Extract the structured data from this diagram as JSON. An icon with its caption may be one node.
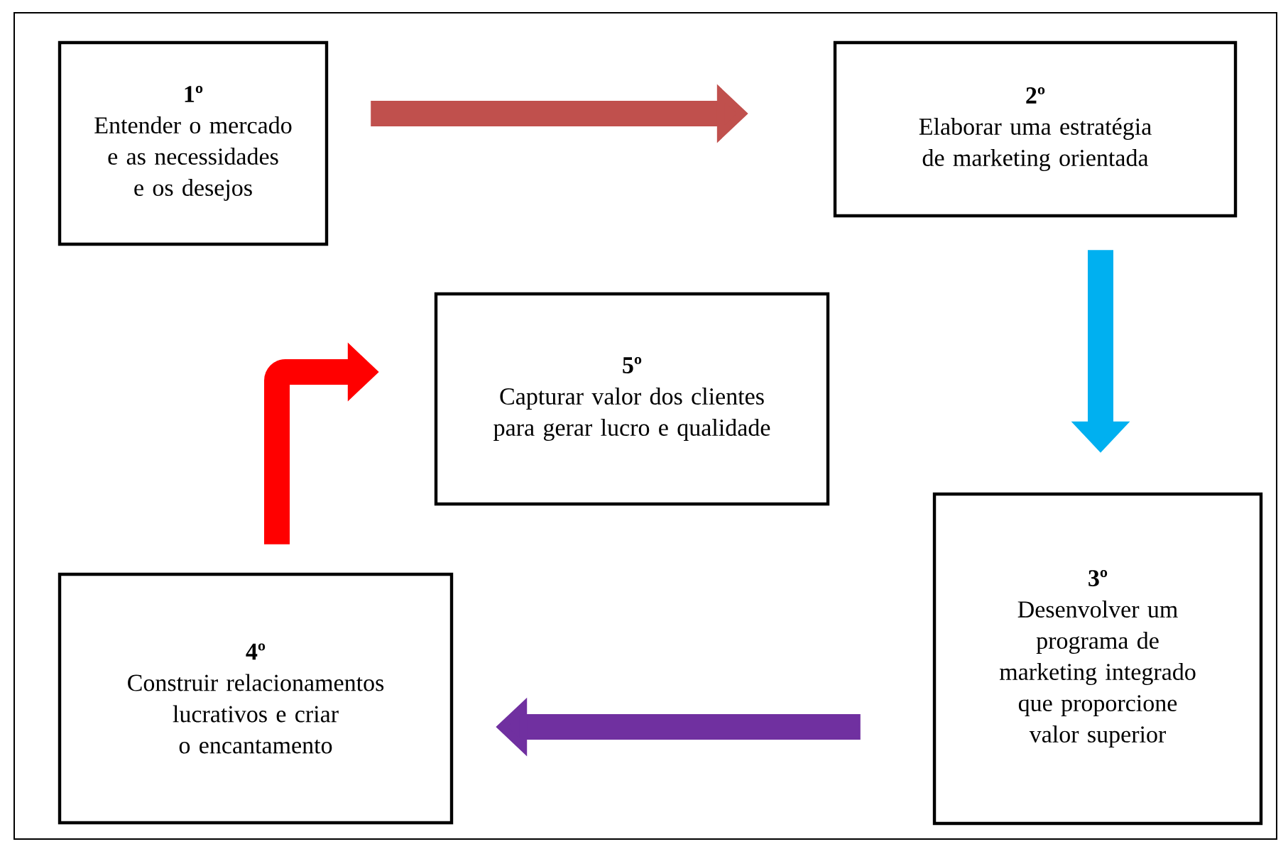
{
  "diagram": {
    "nodes": [
      {
        "text": [
          "1º",
          "Entender o mercado e as necessidades e os desejos"
        ]
      },
      {
        "text": [
          "2º",
          "Elaborar uma estratégia de marketing orientada"
        ]
      },
      {
        "text": [
          "3º",
          "Desenvolver um programa de marketing integrado que proporcione valor superior"
        ]
      },
      {
        "text": [
          "4º",
          "Construir relacionamentos lucrativos e criar o encantamento"
        ]
      },
      {
        "text": [
          "5º",
          "Capturar valor dos clientes para gerar lucro e qualidade"
        ]
      }
    ],
    "edges": [
      {
        "from": 0,
        "to": 1,
        "arrow": "to",
        "color": "#c0504d"
      },
      {
        "from": 1,
        "to": 2,
        "arrow": "to",
        "color": "#00b0f0"
      },
      {
        "from": 2,
        "to": 3,
        "arrow": "to",
        "color": "#7030a0"
      },
      {
        "from": 3,
        "to": 4,
        "arrow": "to",
        "color": "#ff0000"
      }
    ]
  }
}
